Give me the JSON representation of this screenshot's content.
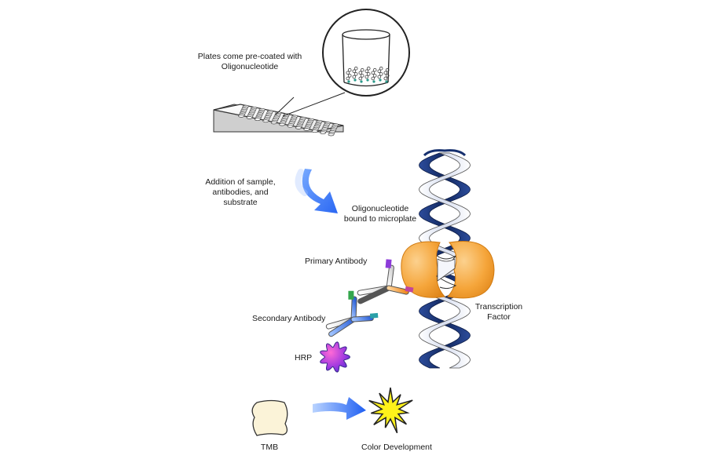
{
  "labels": {
    "plates_line1": "Plates come pre-coated with",
    "plates_line2": "Oligonucleotide",
    "addition_line1": "Addition of sample,",
    "addition_line2": "antibodies, and",
    "addition_line3": "substrate",
    "oligo_line1": "Oligonucleotide",
    "oligo_line2": "bound to microplate",
    "primary_antibody": "Primary Antibody",
    "secondary_antibody": "Secondary Antibody",
    "hrp": "HRP",
    "tf_line1": "Transcription",
    "tf_line2": "Factor",
    "tmb": "TMB",
    "color_development": "Color Development"
  },
  "colors": {
    "arrow_blue": "#1f5ff2",
    "helix_navy": "#16306e",
    "helix_white": "#e9eef8",
    "tf_orange": "#f5a53a",
    "hrp_purple": "#b23bd9",
    "tmb_cream": "#fbf3d8",
    "burst_yellow": "#fff21a"
  }
}
